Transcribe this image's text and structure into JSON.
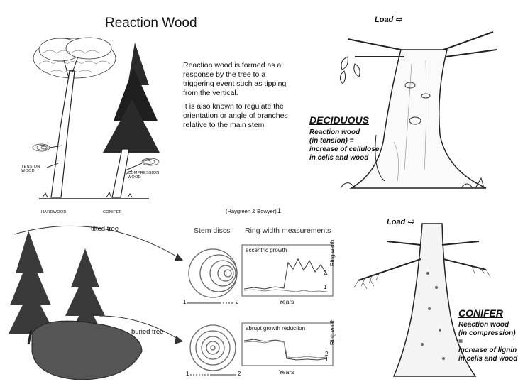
{
  "title": "Reaction Wood",
  "description": [
    "Reaction wood is formed as a response by the tree to a triggering event such as tipping from the vertical.",
    "It is also known to regulate the orientation or angle of branches relative to the main stem"
  ],
  "citation": "(Haygreen & Bowyer)",
  "page_number": "1",
  "top_left_figure": {
    "tension_label": "TENSION\nWOOD",
    "compression_label": "COMPRESSION\nWOOD",
    "hardwood_label": "HARDWOOD",
    "conifer_label": "CONIFER"
  },
  "deciduous_panel": {
    "load_label": "Load ⇨",
    "heading": "DECIDUOUS",
    "lines": [
      "Reaction wood",
      "(in tension) =",
      "increase of cellulose",
      "in cells and wood"
    ]
  },
  "conifer_panel": {
    "load_label": "Load ⇨",
    "heading": "CONIFER",
    "lines": [
      "Reaction wood",
      "(in compression) =",
      "increase of lignin",
      "in cells and wood"
    ]
  },
  "bottom_figure": {
    "tilted_tree_label": "tilted tree",
    "buried_tree_label": "buried tree",
    "stem_discs_header": "Stem discs",
    "ring_width_header": "Ring width measurements",
    "eccentric_label": "eccentric growth",
    "abrupt_label": "abrupt growth reduction",
    "years_label": "Years",
    "ring_width_axis": "Ring width",
    "disc_marker_1": "1",
    "disc_marker_2": "2",
    "series_label_1": "1",
    "series_label_2": "2"
  }
}
